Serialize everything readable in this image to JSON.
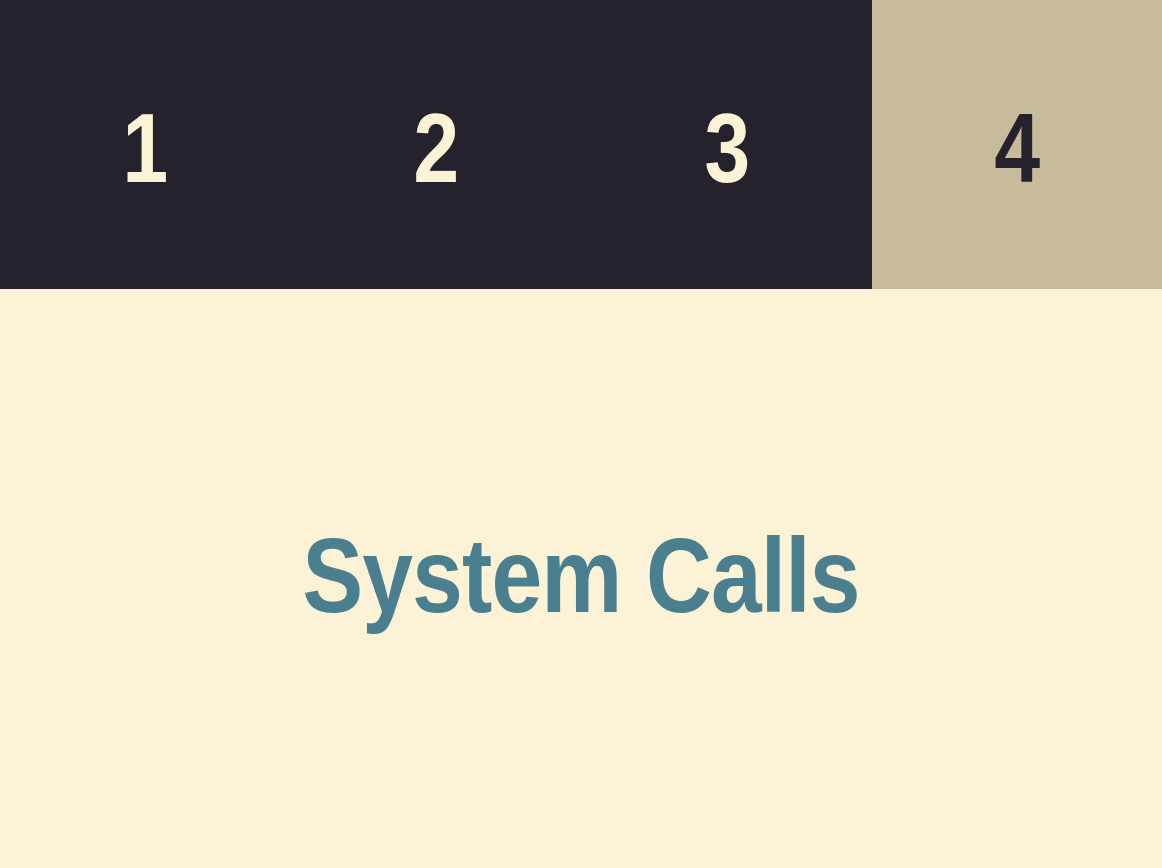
{
  "colors": {
    "background": "#fcf2d6",
    "step_dark_bg": "#26222d",
    "step_active_bg": "#c8bb9b",
    "step_dark_text": "#fcf2d6",
    "step_active_text": "#26222d",
    "title_text": "#4a7f90"
  },
  "steps": [
    {
      "label": "1",
      "active": false
    },
    {
      "label": "2",
      "active": false
    },
    {
      "label": "3",
      "active": false
    },
    {
      "label": "4",
      "active": true
    }
  ],
  "title": "System Calls"
}
